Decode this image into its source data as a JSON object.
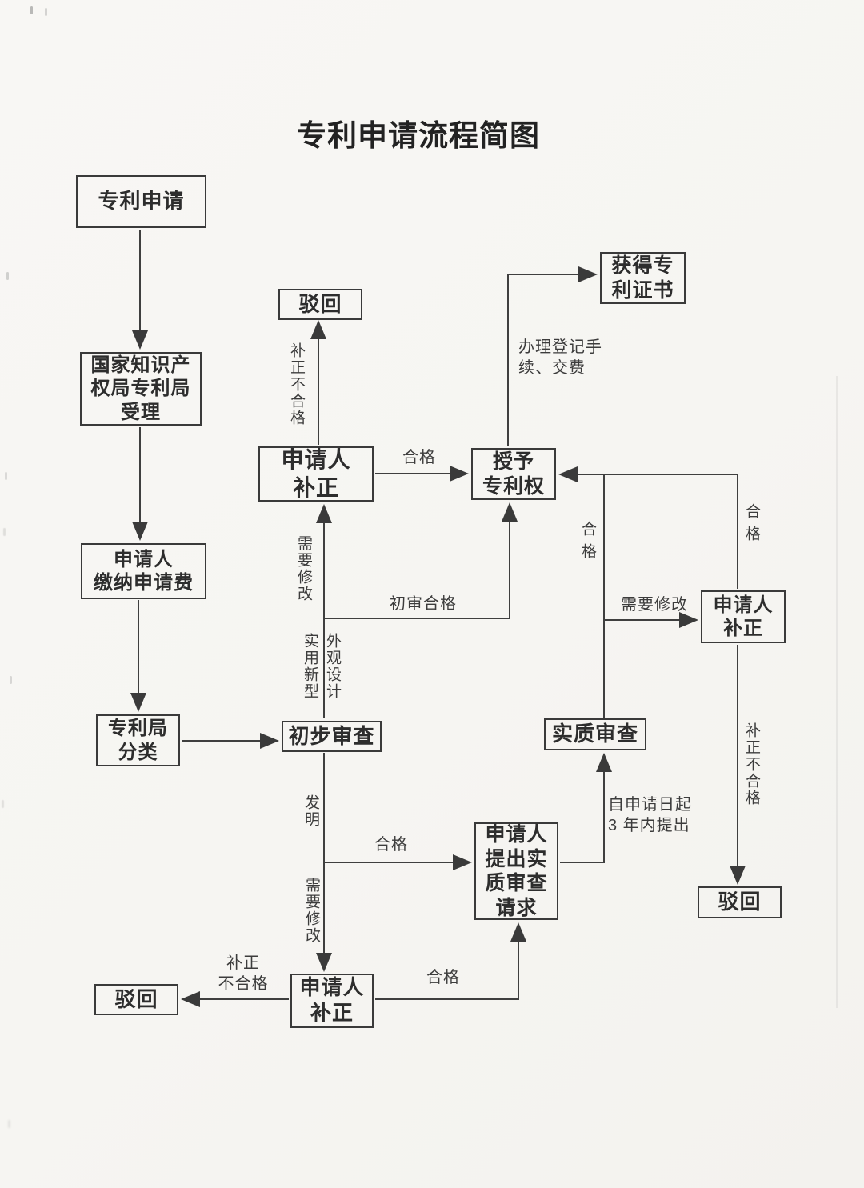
{
  "title": "专利申请流程简图",
  "nodes": {
    "patent_application": "专利申请",
    "ipo_acceptance": [
      "国家知识产",
      "权局专利局",
      "受理"
    ],
    "pay_application_fee": [
      "申请人",
      "缴纳申请费"
    ],
    "patent_office_classification": [
      "专利局",
      "分类"
    ],
    "preliminary_examination": "初步审查",
    "rejected_top": "驳回",
    "applicant_correction_mid": [
      "申请人",
      "补正"
    ],
    "grant_patent_right": [
      "授予",
      "专利权"
    ],
    "obtain_patent_certificate": [
      "获得专",
      "利证书"
    ],
    "substantive_examination": "实质审查",
    "request_substantive_examination": [
      "申请人",
      "提出实",
      "质审查",
      "请求"
    ],
    "applicant_correction_right": [
      "申请人",
      "补正"
    ],
    "rejected_right": "驳回",
    "applicant_correction_bottom": [
      "申请人",
      "补正"
    ],
    "rejected_bottom_left": "驳回"
  },
  "edge_labels": {
    "correction_fail_top": "补正不合格",
    "qualified_to_grant": "合格",
    "register_procedure": [
      "办理登记手",
      "续、交费"
    ],
    "need_modify_upper": "需要修改",
    "prelim_qualified": "初审合格",
    "utility_model": "实用新型",
    "design": "外观设计",
    "qualified_substantive": "合格",
    "need_modify_right": "需要修改",
    "qualified_right": "合格",
    "correction_fail_right": "补正不合格",
    "invention": "发明",
    "qualified_invention": "合格",
    "need_modify_lower": "需要修改",
    "correction_fail_bottom": [
      "补正",
      "不合格"
    ],
    "qualified_bottom": "合格",
    "within_three_years": [
      "自申请日起",
      "3 年内提出"
    ]
  }
}
